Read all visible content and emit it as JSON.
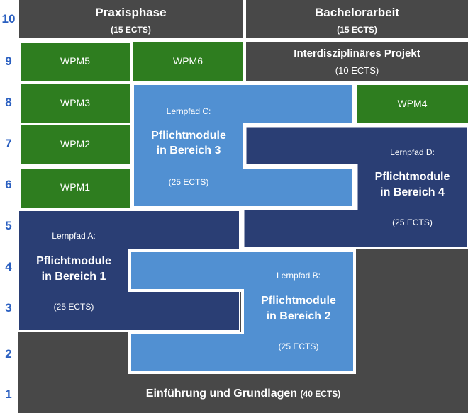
{
  "colors": {
    "dark_gray": "#484848",
    "green": "#2e7d1f",
    "light_blue": "#5190d2",
    "navy": "#2a3e74",
    "row_number": "#2a5fc0",
    "gap": "#ffffff"
  },
  "row_numbers": [
    "10",
    "9",
    "8",
    "7",
    "6",
    "5",
    "4",
    "3",
    "2",
    "1"
  ],
  "blocks": {
    "praxisphase": {
      "title": "Praxisphase",
      "ects": "(15 ECTS)"
    },
    "bachelorarbeit": {
      "title": "Bachelorarbeit",
      "ects": "(15 ECTS)"
    },
    "interdisziplinaer": {
      "title": "Interdisziplinäres Projekt",
      "ects": "(10 ECTS)"
    },
    "wpm": [
      "WPM1",
      "WPM2",
      "WPM3",
      "WPM4",
      "WPM5",
      "WPM6"
    ],
    "lernpfad_a": {
      "path": "Lernpfad A:",
      "title_line1": "Pflichtmodule",
      "title_line2": "in Bereich 1",
      "ects": "(25 ECTS)"
    },
    "lernpfad_b": {
      "path": "Lernpfad B:",
      "title_line1": "Pflichtmodule",
      "title_line2": "in Bereich 2",
      "ects": "(25 ECTS)"
    },
    "lernpfad_c": {
      "path": "Lernpfad C:",
      "title_line1": "Pflichtmodule",
      "title_line2": "in Bereich 3",
      "ects": "(25 ECTS)"
    },
    "lernpfad_d": {
      "path": "Lernpfad D:",
      "title_line1": "Pflichtmodule",
      "title_line2": "in Bereich 4",
      "ects": "(25 ECTS)"
    },
    "grundlagen": {
      "title": "Einführung und Grundlagen",
      "ects": "(40 ECTS)"
    }
  }
}
